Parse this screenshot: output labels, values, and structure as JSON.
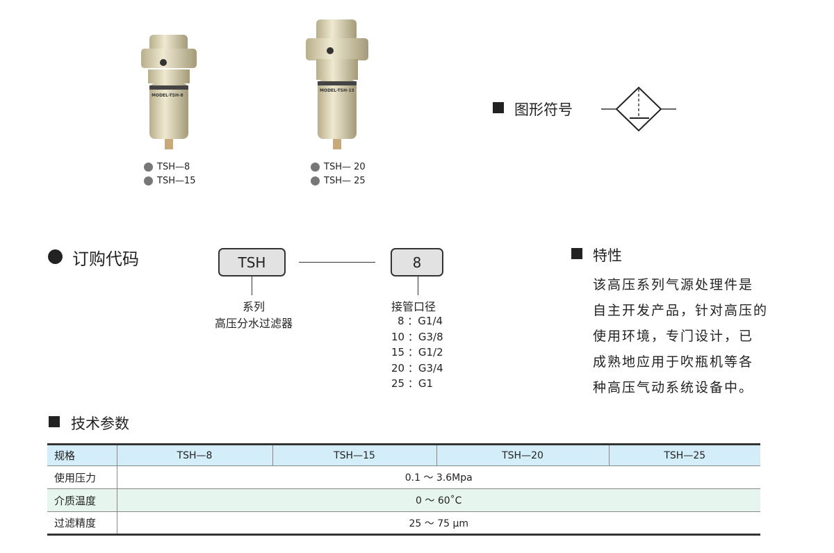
{
  "products": [
    {
      "models": [
        "TSH—8",
        "TSH—15"
      ],
      "label_text": "MODEL-TSH-8"
    },
    {
      "models": [
        "TSH— 20",
        "TSH— 25"
      ],
      "label_text": "MODEL-TSH-15"
    }
  ],
  "symbol": {
    "title": "图形符号"
  },
  "order": {
    "title": "订购代码",
    "code1": "TSH",
    "code2": "8",
    "code1_label1": "系列",
    "code1_label2": "高压分水过滤器",
    "code2_title": "接管口径",
    "ports": [
      "8 ：G1/4",
      "10 ：G3/8",
      "15 ：G1/2",
      "20 ：G3/4",
      "25 ：G1"
    ]
  },
  "features": {
    "title": "特性",
    "lines": [
      "该高压系列气源处理件是",
      "自主开发产品，针对高压的",
      "使用环境，专门设计，已",
      "成熟地应用于吹瓶机等各",
      "种高压气动系统设备中。"
    ]
  },
  "specs": {
    "title": "技术参数",
    "headers": [
      "规格",
      "TSH—8",
      "TSH—15",
      "TSH—20",
      "TSH—25"
    ],
    "rows": [
      {
        "label": "使用压力",
        "value": "0.1 ～ 3.6Mpa"
      },
      {
        "label": "介质温度",
        "value": "0 ～ 60˚C"
      },
      {
        "label": "过滤精度",
        "value": "25 ～ 75 μm"
      }
    ]
  }
}
